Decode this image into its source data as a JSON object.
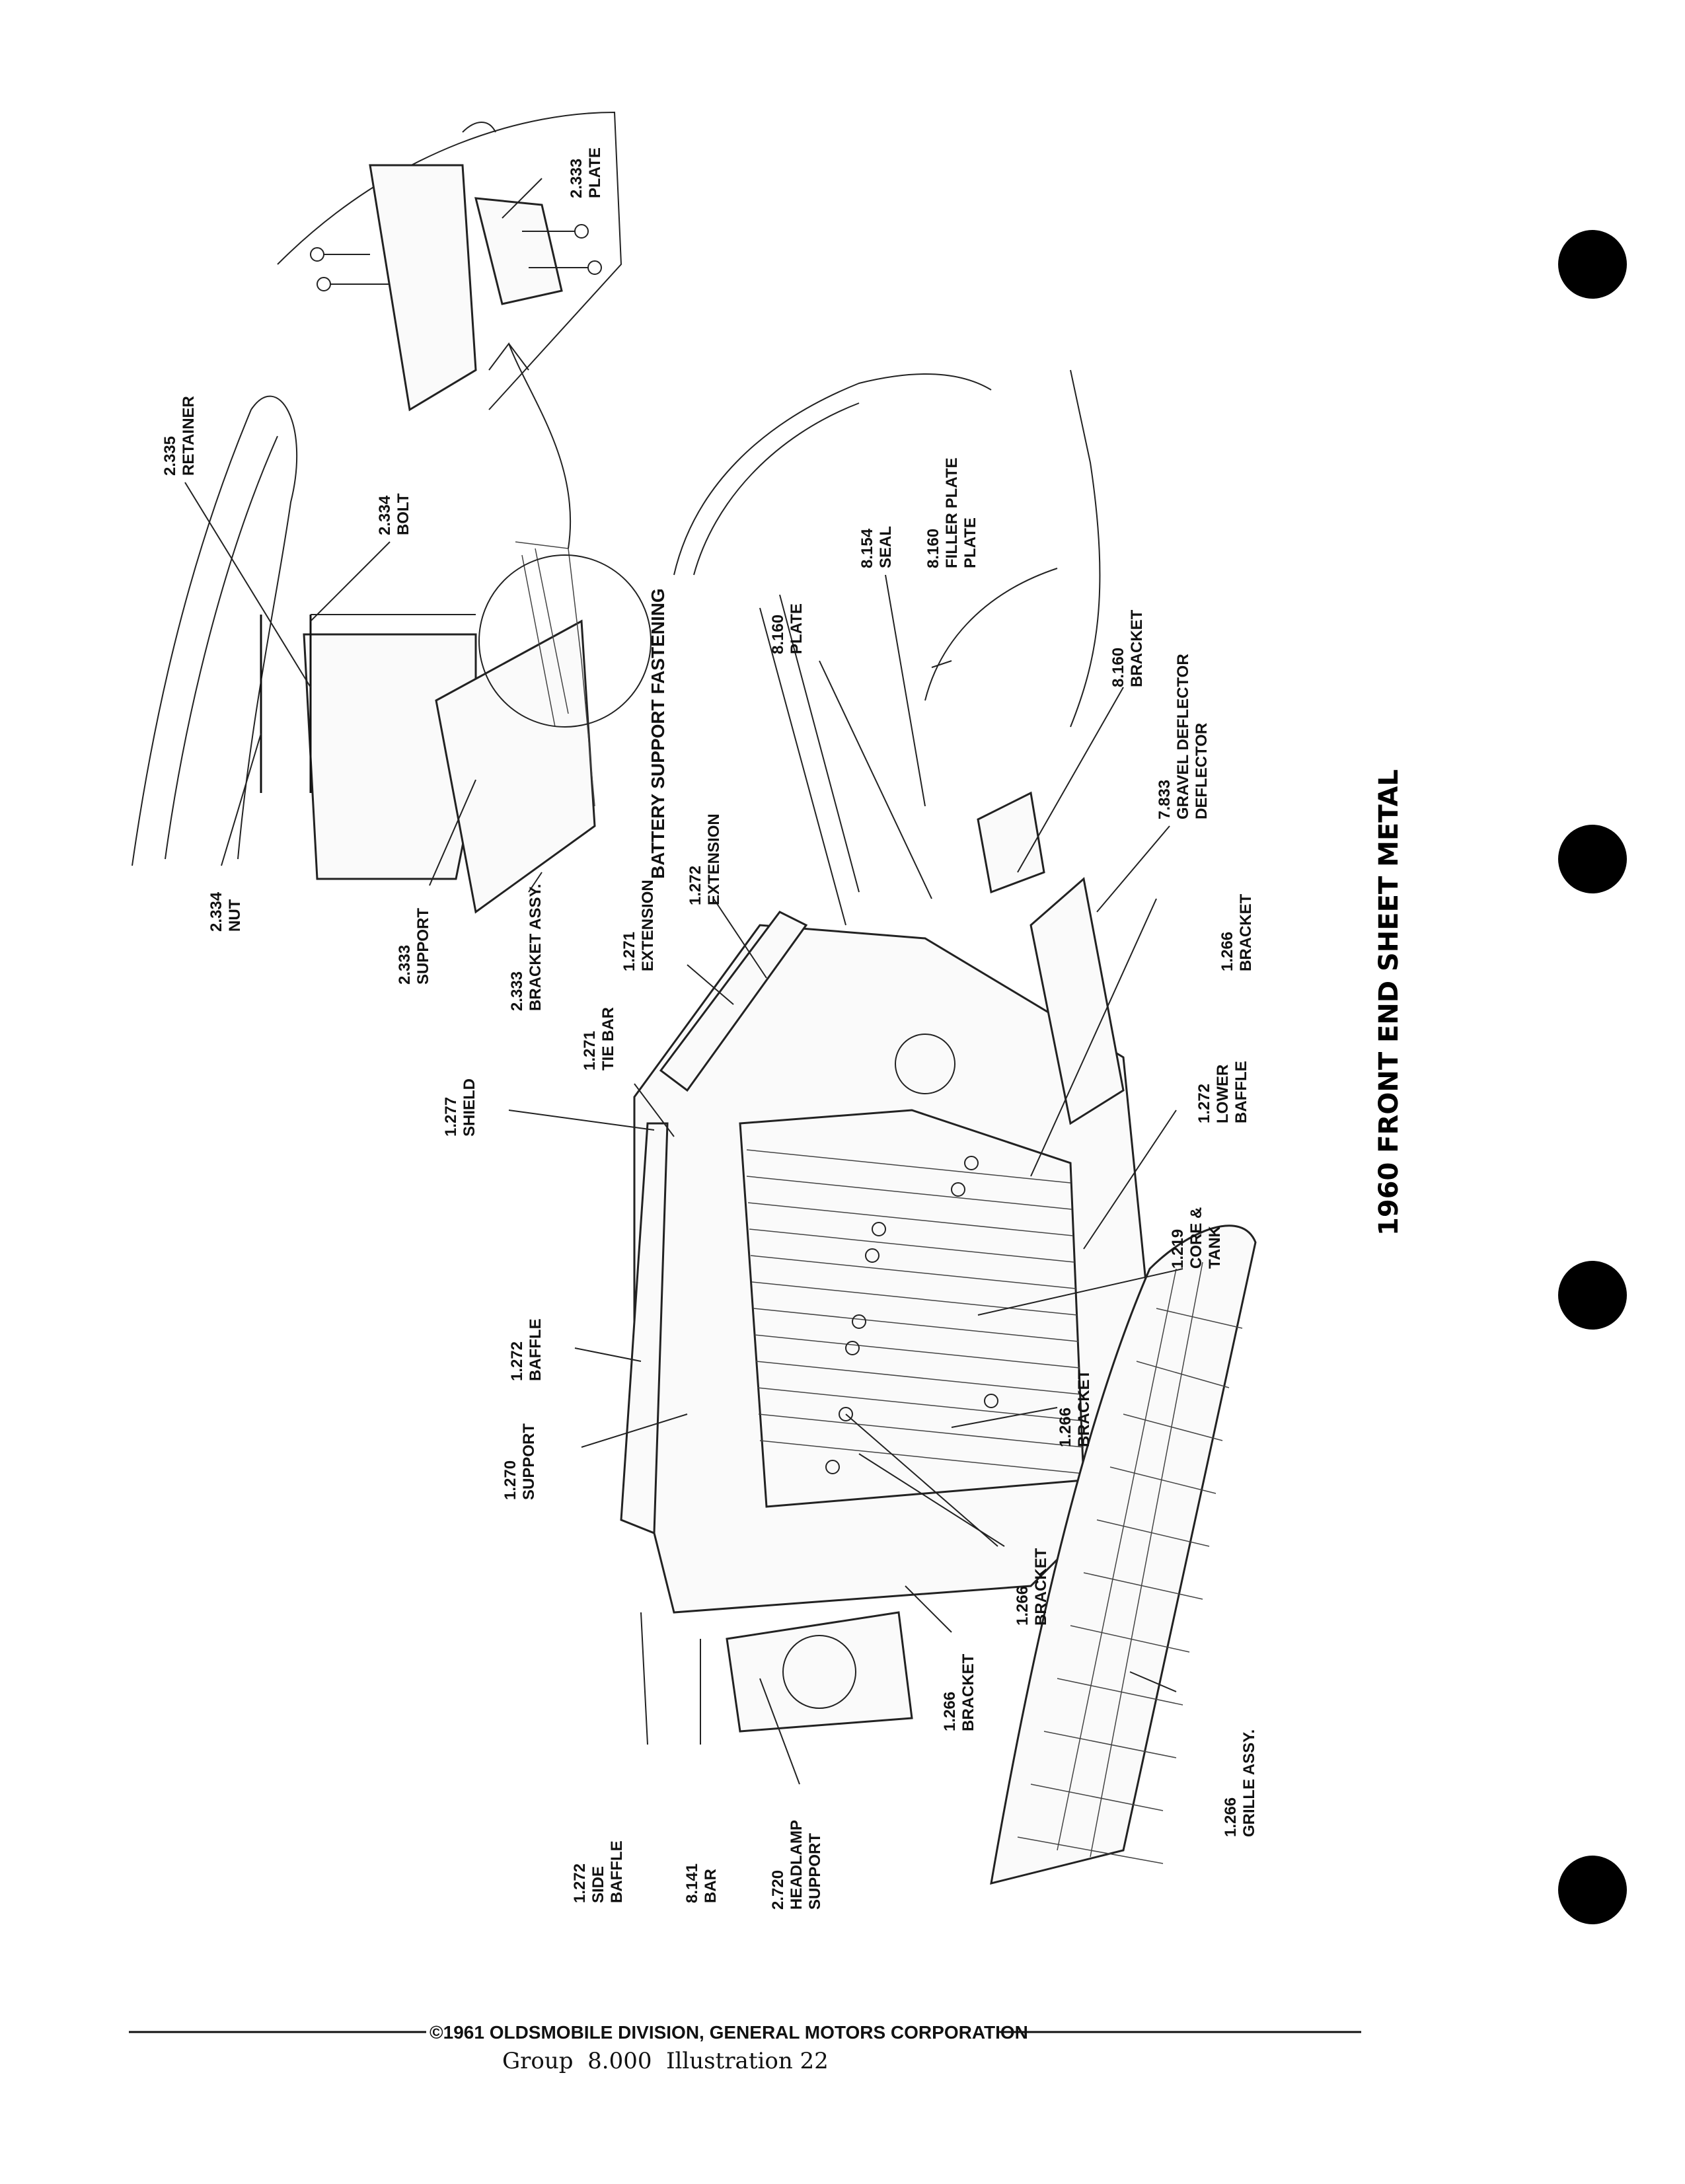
{
  "title": "1960 FRONT END SHEET METAL",
  "subtitle": "BATTERY SUPPORT FASTENING",
  "footer": {
    "copyright": "©1961 OLDSMOBILE DIVISION, GENERAL MOTORS CORPORATION",
    "group_label": "Group  8.000  Illustration 22"
  },
  "callouts": [
    {
      "id": "c1",
      "code": "2.334",
      "name": "NUT"
    },
    {
      "id": "c2",
      "code": "2.333",
      "name": "SUPPORT"
    },
    {
      "id": "c3",
      "code": "2.333",
      "name": "BRACKET ASSY."
    },
    {
      "id": "c4",
      "code": "1.271",
      "name": "EXTENSION"
    },
    {
      "id": "c5",
      "code": "1.272",
      "name": "EXTENSION"
    },
    {
      "id": "c6",
      "code": "2.335",
      "name": "RETAINER"
    },
    {
      "id": "c7",
      "code": "2.334",
      "name": "BOLT"
    },
    {
      "id": "c8",
      "code": "2.333",
      "name": "PLATE"
    },
    {
      "id": "c9",
      "code": "8.154",
      "name": "SEAL"
    },
    {
      "id": "c10",
      "code": "8.160",
      "name": "FILLER PLATE"
    },
    {
      "id": "c11",
      "code": "8.160",
      "name": "PLATE"
    },
    {
      "id": "c12",
      "code": "8.160",
      "name": "BRACKET"
    },
    {
      "id": "c13",
      "code": "7.833",
      "name": "GRAVEL DEFLECTOR"
    },
    {
      "id": "c14",
      "code": "1.266",
      "name": "BRACKET"
    },
    {
      "id": "c15",
      "code": "1.272",
      "name": "LOWER BAFFLE"
    },
    {
      "id": "c16",
      "code": "1.219",
      "name": "CORE & TANK"
    },
    {
      "id": "c17",
      "code": "1.277",
      "name": "SHIELD"
    },
    {
      "id": "c18",
      "code": "1.271",
      "name": "TIE BAR"
    },
    {
      "id": "c19",
      "code": "1.272",
      "name": "BAFFLE"
    },
    {
      "id": "c20",
      "code": "1.270",
      "name": "SUPPORT"
    },
    {
      "id": "c21",
      "code": "1.266",
      "name": "BRACKET"
    },
    {
      "id": "c22",
      "code": "1.266",
      "name": "BRACKET"
    },
    {
      "id": "c23",
      "code": "1.266",
      "name": "BRACKET"
    },
    {
      "id": "c24",
      "code": "1.272",
      "name": "SIDE BAFFLE"
    },
    {
      "id": "c25",
      "code": "8.141",
      "name": "BAR"
    },
    {
      "id": "c26",
      "code": "2.720",
      "name": "HEADLAMP SUPPORT"
    },
    {
      "id": "c27",
      "code": "1.266",
      "name": "GRILLE ASSY."
    }
  ]
}
